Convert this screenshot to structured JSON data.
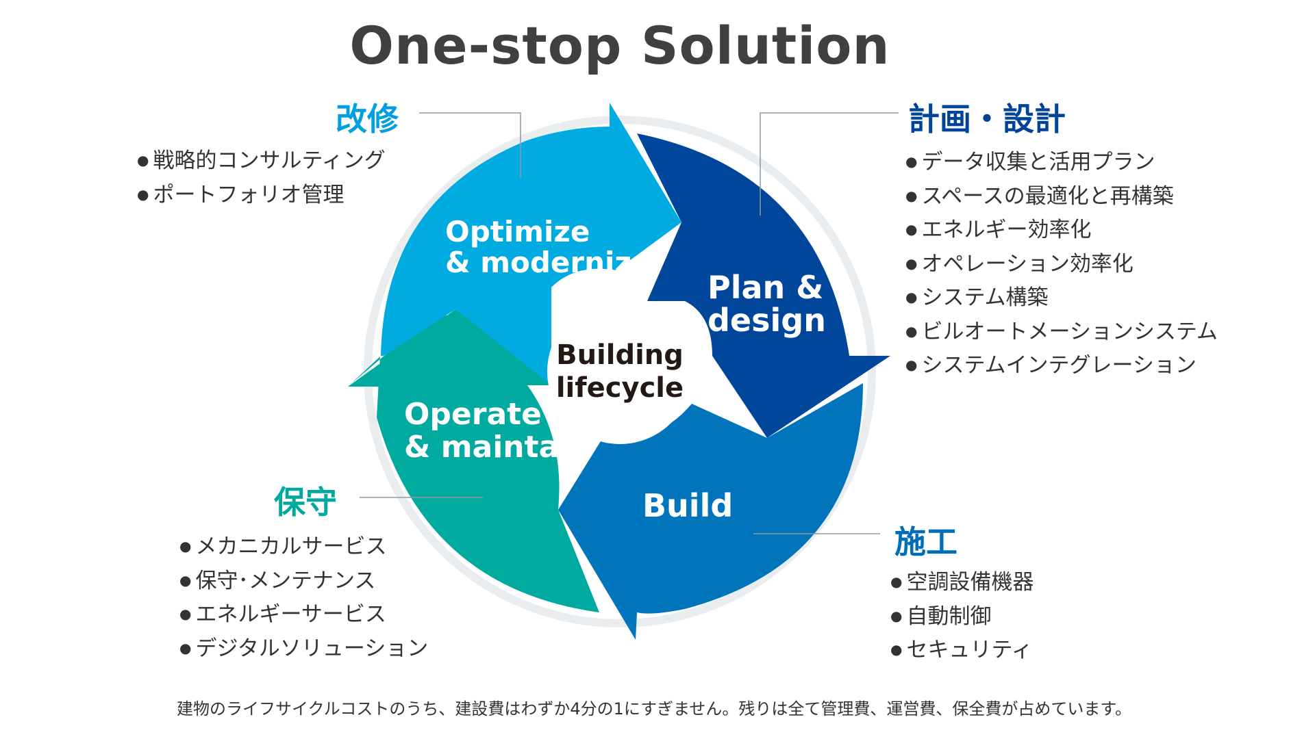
{
  "title": "One-stop Solution",
  "center": {
    "line1": "Building",
    "line2": "lifecycle"
  },
  "segments": {
    "optimize": {
      "line1": "Optimize",
      "line2": "& modernize"
    },
    "plan": {
      "line1": "Plan &",
      "line2": "design"
    },
    "build": {
      "line1": "Build"
    },
    "operate": {
      "line1": "Operate",
      "line2": "& maintain"
    }
  },
  "colors": {
    "optimize": "#00abe1",
    "plan": "#00469b",
    "build": "#0075bc",
    "operate": "#00aa9e",
    "ring": "#e9edf0"
  },
  "groups": {
    "kaishu": {
      "heading": "改修",
      "items": [
        "戦略的コンサルティング",
        "ポートフォリオ管理"
      ]
    },
    "keikaku": {
      "heading": "計画・設計",
      "items": [
        "データ収集と活用プラン",
        "スペースの最適化と再構築",
        "エネルギー効率化",
        "オペレーション効率化",
        "システム構築",
        "ビルオートメーションシステム",
        "システムインテグレーション"
      ]
    },
    "hoshu": {
      "heading": "保守",
      "items": [
        "メカニカルサービス",
        "保守･メンテナンス",
        "エネルギーサービス",
        "デジタルソリューション"
      ]
    },
    "seko": {
      "heading": "施工",
      "items": [
        "空調設備機器",
        "自動制御",
        "セキュリティ"
      ]
    }
  },
  "footer": "建物のライフサイクルコストのうち、建設費はわずか4分の1にすぎません。残りは全て管理費、運営費、保全費が占めています。"
}
